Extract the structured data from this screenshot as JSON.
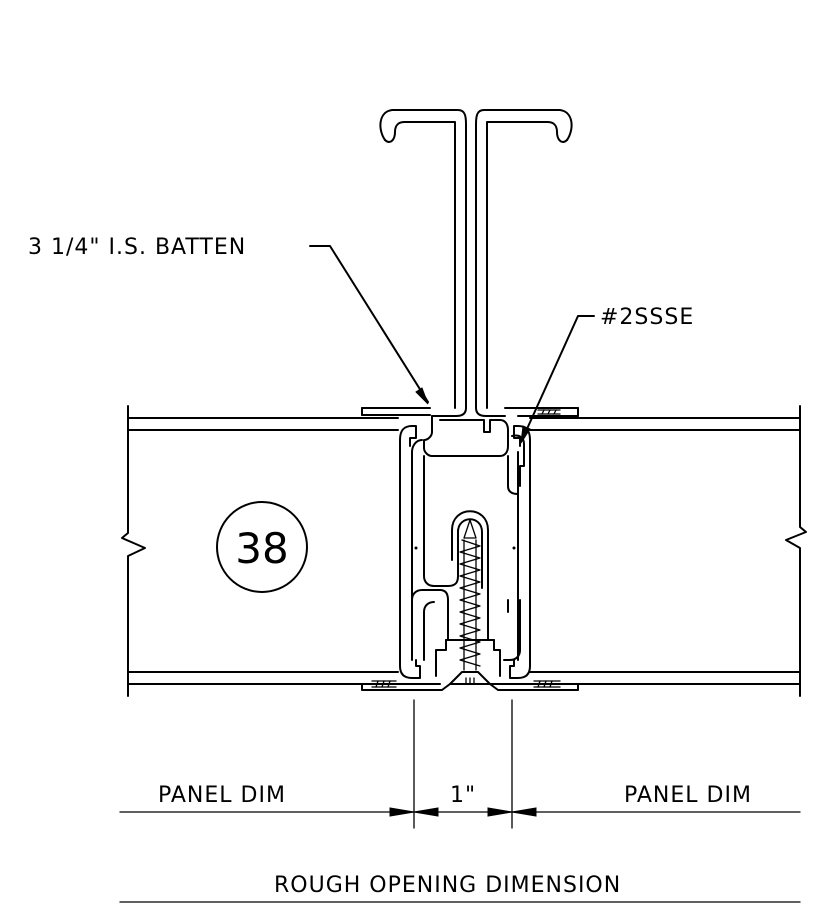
{
  "labels": {
    "batten": "3 1/4\" I.S. BATTEN",
    "screw": "#2SSSE",
    "panel_number": "38",
    "panel_dim_left": "PANEL DIM",
    "panel_dim_right": "PANEL DIM",
    "gap": "1\"",
    "rough_opening": "ROUGH OPENING DIMENSION"
  }
}
